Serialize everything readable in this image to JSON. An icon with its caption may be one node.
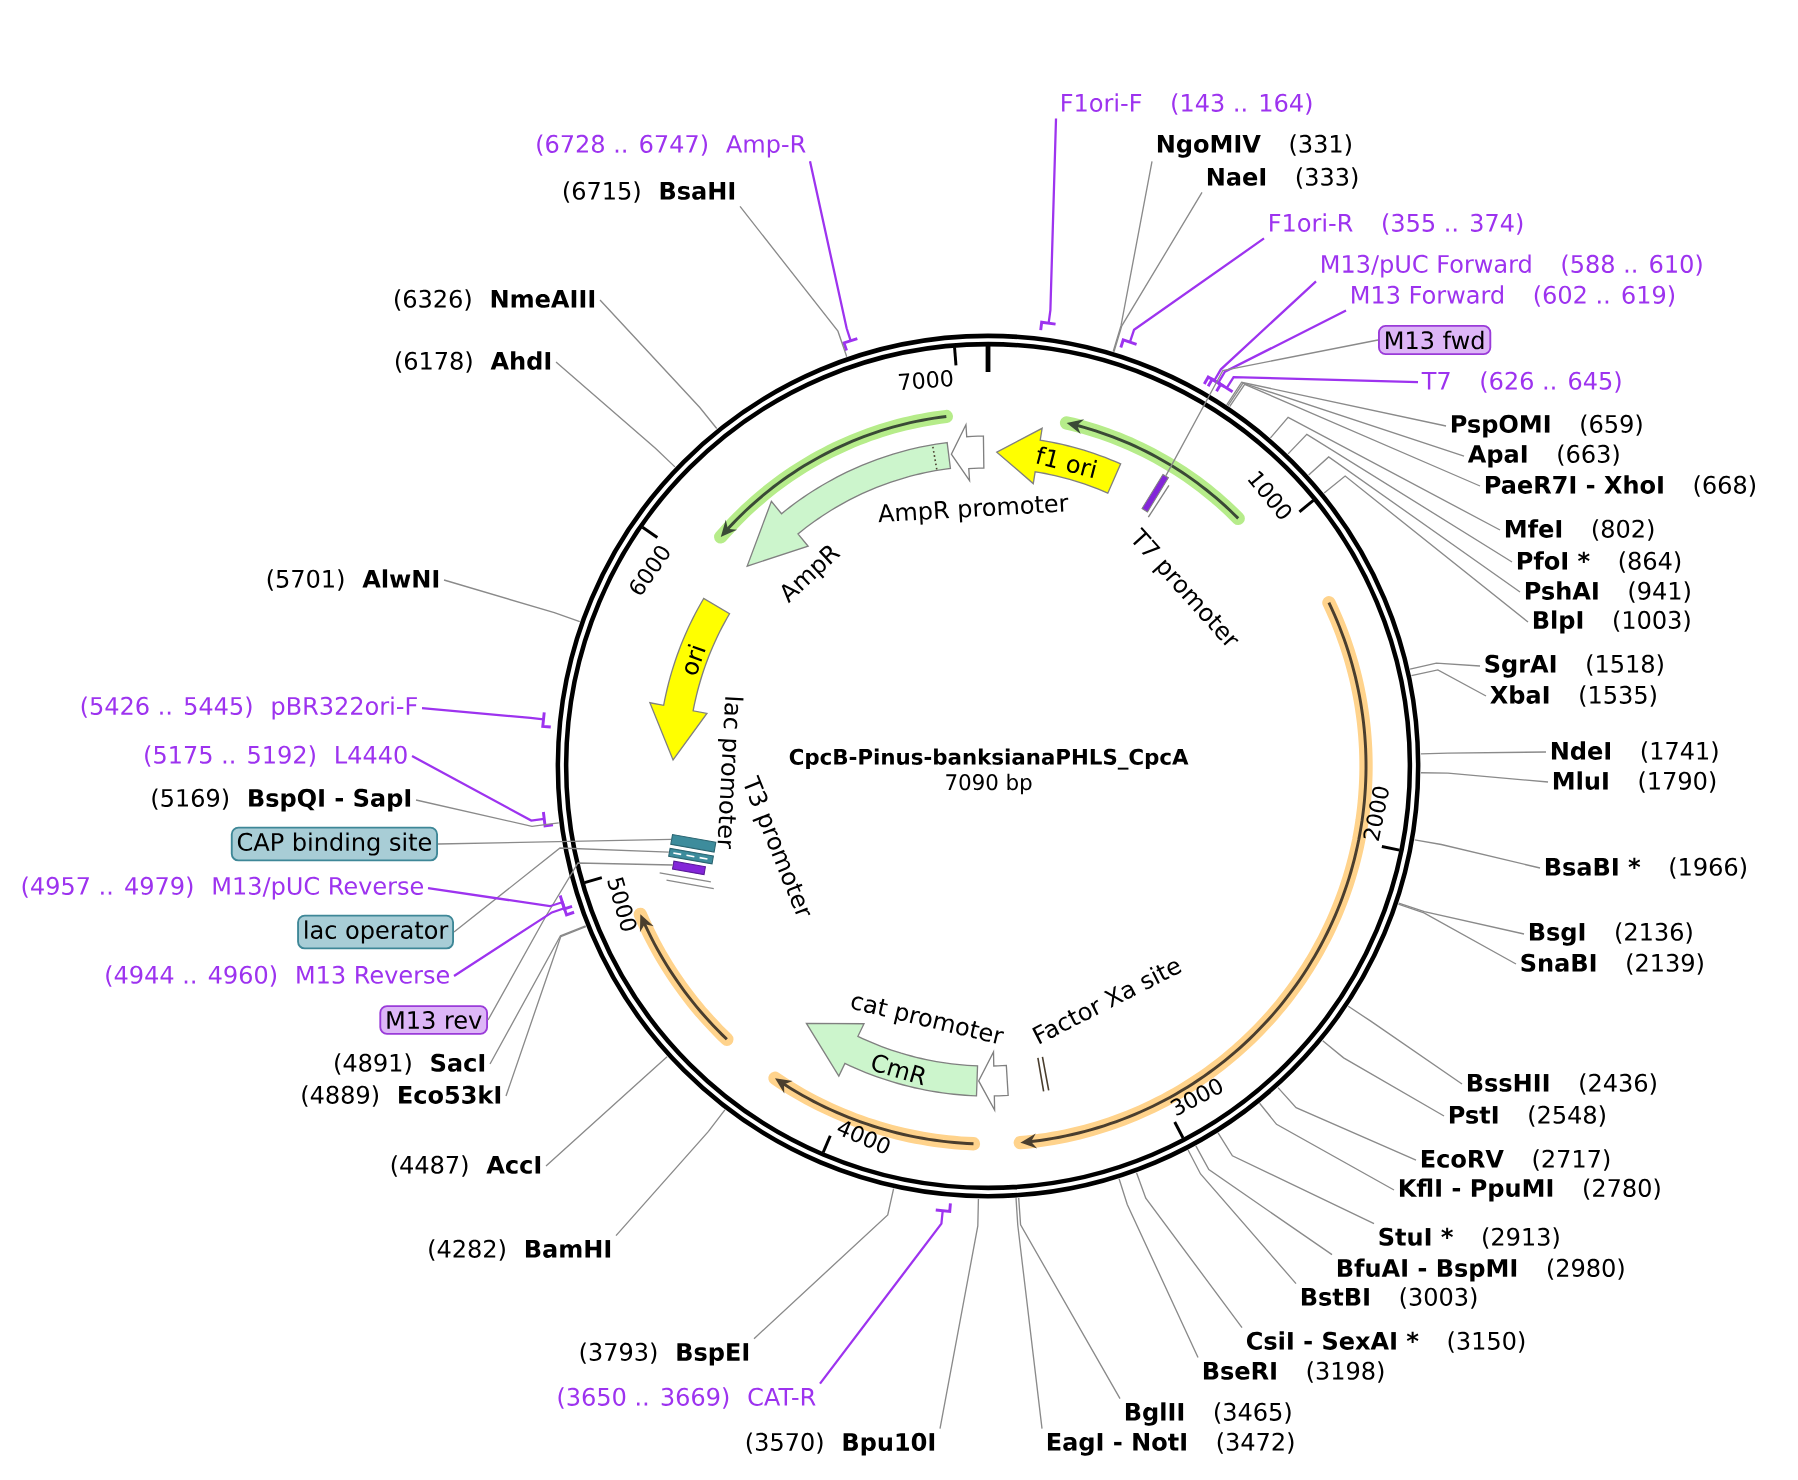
{
  "diagram": {
    "title": "CpcB-Pinus-banksianaPHLS_CpcA",
    "nodes": [
      {
        "text": [
          "F1ori-F",
          "(143 .. 164)"
        ]
      },
      {
        "text": [
          "NgoMIV",
          "(331)"
        ]
      },
      {
        "text": [
          "NaeI",
          "(333)"
        ]
      },
      {
        "text": [
          "F1ori-R",
          "(355 .. 374)"
        ]
      },
      {
        "text": [
          "M13/pUC Forward",
          "(588 .. 610)"
        ]
      },
      {
        "text": [
          "M13 Forward",
          "(602 .. 619)"
        ]
      },
      {
        "text": [
          "M13 fwd"
        ]
      },
      {
        "text": [
          "T7",
          "(626 .. 645)"
        ]
      },
      {
        "text": [
          "PspOMI",
          "(659)"
        ]
      },
      {
        "text": [
          "ApaI",
          "(663)"
        ]
      },
      {
        "text": [
          "PaeR7I - XhoI",
          "(668)"
        ]
      },
      {
        "text": [
          "MfeI",
          "(802)"
        ]
      },
      {
        "text": [
          "PfoI *",
          "(864)"
        ]
      },
      {
        "text": [
          "PshAI",
          "(941)"
        ]
      },
      {
        "text": [
          "BlpI",
          "(1003)"
        ]
      },
      {
        "text": [
          "SgrAI",
          "(1518)"
        ]
      },
      {
        "text": [
          "XbaI",
          "(1535)"
        ]
      },
      {
        "text": [
          "NdeI",
          "(1741)"
        ]
      },
      {
        "text": [
          "MluI",
          "(1790)"
        ]
      },
      {
        "text": [
          "BsaBI *",
          "(1966)"
        ]
      },
      {
        "text": [
          "BsgI",
          "(2136)"
        ]
      },
      {
        "text": [
          "SnaBI",
          "(2139)"
        ]
      },
      {
        "text": [
          "BssHII",
          "(2436)"
        ]
      },
      {
        "text": [
          "PstI",
          "(2548)"
        ]
      },
      {
        "text": [
          "EcoRV",
          "(2717)"
        ]
      },
      {
        "text": [
          "KflI - PpuMI",
          "(2780)"
        ]
      },
      {
        "text": [
          "StuI *",
          "(2913)"
        ]
      },
      {
        "text": [
          "BfuAI - BspMI",
          "(2980)"
        ]
      },
      {
        "text": [
          "BstBI",
          "(3003)"
        ]
      },
      {
        "text": [
          "CsiI - SexAI *",
          "(3150)"
        ]
      },
      {
        "text": [
          "BseRI",
          "(3198)"
        ]
      },
      {
        "text": [
          "BglII",
          "(3465)"
        ]
      },
      {
        "text": [
          "EagI - NotI",
          "(3472)"
        ]
      },
      {
        "text": [
          "(3570)",
          "Bpu10I"
        ]
      },
      {
        "text": [
          "(3650 .. 3669)",
          "CAT-R"
        ]
      },
      {
        "text": [
          "(3793)",
          "BspEI"
        ]
      },
      {
        "text": [
          "(4282)",
          "BamHI"
        ]
      },
      {
        "text": [
          "(4487)",
          "AccI"
        ]
      },
      {
        "text": [
          "(4889)",
          "Eco53kI"
        ]
      },
      {
        "text": [
          "(4891)",
          "SacI"
        ]
      },
      {
        "text": [
          "M13 rev"
        ]
      },
      {
        "text": [
          "(4944 .. 4960)",
          "M13 Reverse"
        ]
      },
      {
        "text": [
          "lac operator"
        ]
      },
      {
        "text": [
          "(4957 .. 4979)",
          "M13/pUC Reverse"
        ]
      },
      {
        "text": [
          "CAP binding site"
        ]
      },
      {
        "text": [
          "(5169)",
          "BspQI - SapI"
        ]
      },
      {
        "text": [
          "(5175 .. 5192)",
          "L4440"
        ]
      },
      {
        "text": [
          "(5426 .. 5445)",
          "pBR322ori-F"
        ]
      },
      {
        "text": [
          "(5701)",
          "AlwNI"
        ]
      },
      {
        "text": [
          "(6178)",
          "AhdI"
        ]
      },
      {
        "text": [
          "(6326)",
          "NmeAIII"
        ]
      },
      {
        "text": [
          "(6715)",
          "BsaHI"
        ]
      },
      {
        "text": [
          "(6728 .. 6747)",
          "Amp-R"
        ]
      },
      {
        "text": [
          "f1 ori"
        ]
      },
      {
        "text": [
          "AmpR promoter"
        ]
      },
      {
        "text": [
          "AmpR"
        ]
      },
      {
        "text": [
          "ori"
        ]
      },
      {
        "text": [
          "CmR"
        ]
      },
      {
        "text": [
          "cat promoter"
        ]
      },
      {
        "text": [],
        "shape": "bar"
      },
      {
        "text": [],
        "shape": "bar"
      },
      {
        "text": [],
        "shape": "bar"
      },
      {
        "text": [],
        "shape": "bar"
      }
    ],
    "edges": [
      {
        "from": 0,
        "to": null,
        "arrow": "none",
        "color": "#9d33ef"
      },
      {
        "from": 1,
        "to": null,
        "arrow": "none"
      },
      {
        "from": 2,
        "to": null,
        "arrow": "none"
      },
      {
        "from": 3,
        "to": null,
        "arrow": "none",
        "color": "#9d33ef"
      },
      {
        "from": 4,
        "to": null,
        "arrow": "none",
        "color": "#9d33ef"
      },
      {
        "from": 5,
        "to": null,
        "arrow": "none",
        "color": "#9d33ef"
      },
      {
        "from": 6,
        "to": 59,
        "arrow": "none"
      },
      {
        "from": 7,
        "to": null,
        "arrow": "none",
        "color": "#9d33ef"
      },
      {
        "from": 8,
        "to": null,
        "arrow": "none"
      },
      {
        "from": 9,
        "to": null,
        "arrow": "none"
      },
      {
        "from": 10,
        "to": null,
        "arrow": "none"
      },
      {
        "from": 11,
        "to": null,
        "arrow": "none"
      },
      {
        "from": 12,
        "to": null,
        "arrow": "none"
      },
      {
        "from": 13,
        "to": null,
        "arrow": "none"
      },
      {
        "from": 14,
        "to": null,
        "arrow": "none"
      },
      {
        "from": 15,
        "to": null,
        "arrow": "none"
      },
      {
        "from": 16,
        "to": null,
        "arrow": "none"
      },
      {
        "from": 17,
        "to": null,
        "arrow": "none"
      },
      {
        "from": 18,
        "to": null,
        "arrow": "none"
      },
      {
        "from": 19,
        "to": null,
        "arrow": "none"
      },
      {
        "from": 20,
        "to": null,
        "arrow": "none"
      },
      {
        "from": 21,
        "to": null,
        "arrow": "none"
      },
      {
        "from": 22,
        "to": null,
        "arrow": "none"
      },
      {
        "from": 23,
        "to": null,
        "arrow": "none"
      },
      {
        "from": 24,
        "to": null,
        "arrow": "none"
      },
      {
        "from": 25,
        "to": null,
        "arrow": "none"
      },
      {
        "from": 26,
        "to": null,
        "arrow": "none"
      },
      {
        "from": 27,
        "to": null,
        "arrow": "none"
      },
      {
        "from": 28,
        "to": null,
        "arrow": "none"
      },
      {
        "from": 29,
        "to": null,
        "arrow": "none"
      },
      {
        "from": 30,
        "to": null,
        "arrow": "none"
      },
      {
        "from": 31,
        "to": null,
        "arrow": "none"
      },
      {
        "from": 32,
        "to": null,
        "arrow": "none"
      },
      {
        "from": 33,
        "to": null,
        "arrow": "none"
      },
      {
        "from": 34,
        "to": null,
        "arrow": "none",
        "color": "#9d33ef"
      },
      {
        "from": 35,
        "to": null,
        "arrow": "none"
      },
      {
        "from": 36,
        "to": null,
        "arrow": "none"
      },
      {
        "from": 37,
        "to": null,
        "arrow": "none"
      },
      {
        "from": 38,
        "to": null,
        "arrow": "none"
      },
      {
        "from": 39,
        "to": null,
        "arrow": "none"
      },
      {
        "from": 40,
        "to": 62,
        "arrow": "none"
      },
      {
        "from": 41,
        "to": null,
        "arrow": "none",
        "color": "#9d33ef"
      },
      {
        "from": 42,
        "to": 61,
        "arrow": "none"
      },
      {
        "from": 43,
        "to": null,
        "arrow": "none",
        "color": "#9d33ef"
      },
      {
        "from": 44,
        "to": 60,
        "arrow": "none"
      },
      {
        "from": 45,
        "to": null,
        "arrow": "none"
      },
      {
        "from": 46,
        "to": null,
        "arrow": "none",
        "color": "#9d33ef"
      },
      {
        "from": 47,
        "to": null,
        "arrow": "none",
        "color": "#9d33ef"
      },
      {
        "from": 48,
        "to": null,
        "arrow": "none"
      },
      {
        "from": 49,
        "to": null,
        "arrow": "none"
      },
      {
        "from": 50,
        "to": null,
        "arrow": "none"
      },
      {
        "from": 51,
        "to": null,
        "arrow": "none"
      },
      {
        "from": 52,
        "to": null,
        "arrow": "none",
        "color": "#9d33ef"
      }
    ],
    "labels": [
      "7090 bp",
      "1000",
      "2000",
      "3000",
      "4000",
      "5000",
      "6000",
      "7000",
      "T7 promoter",
      "lac promoter",
      "T3 promoter",
      "Factor Xa site"
    ]
  }
}
